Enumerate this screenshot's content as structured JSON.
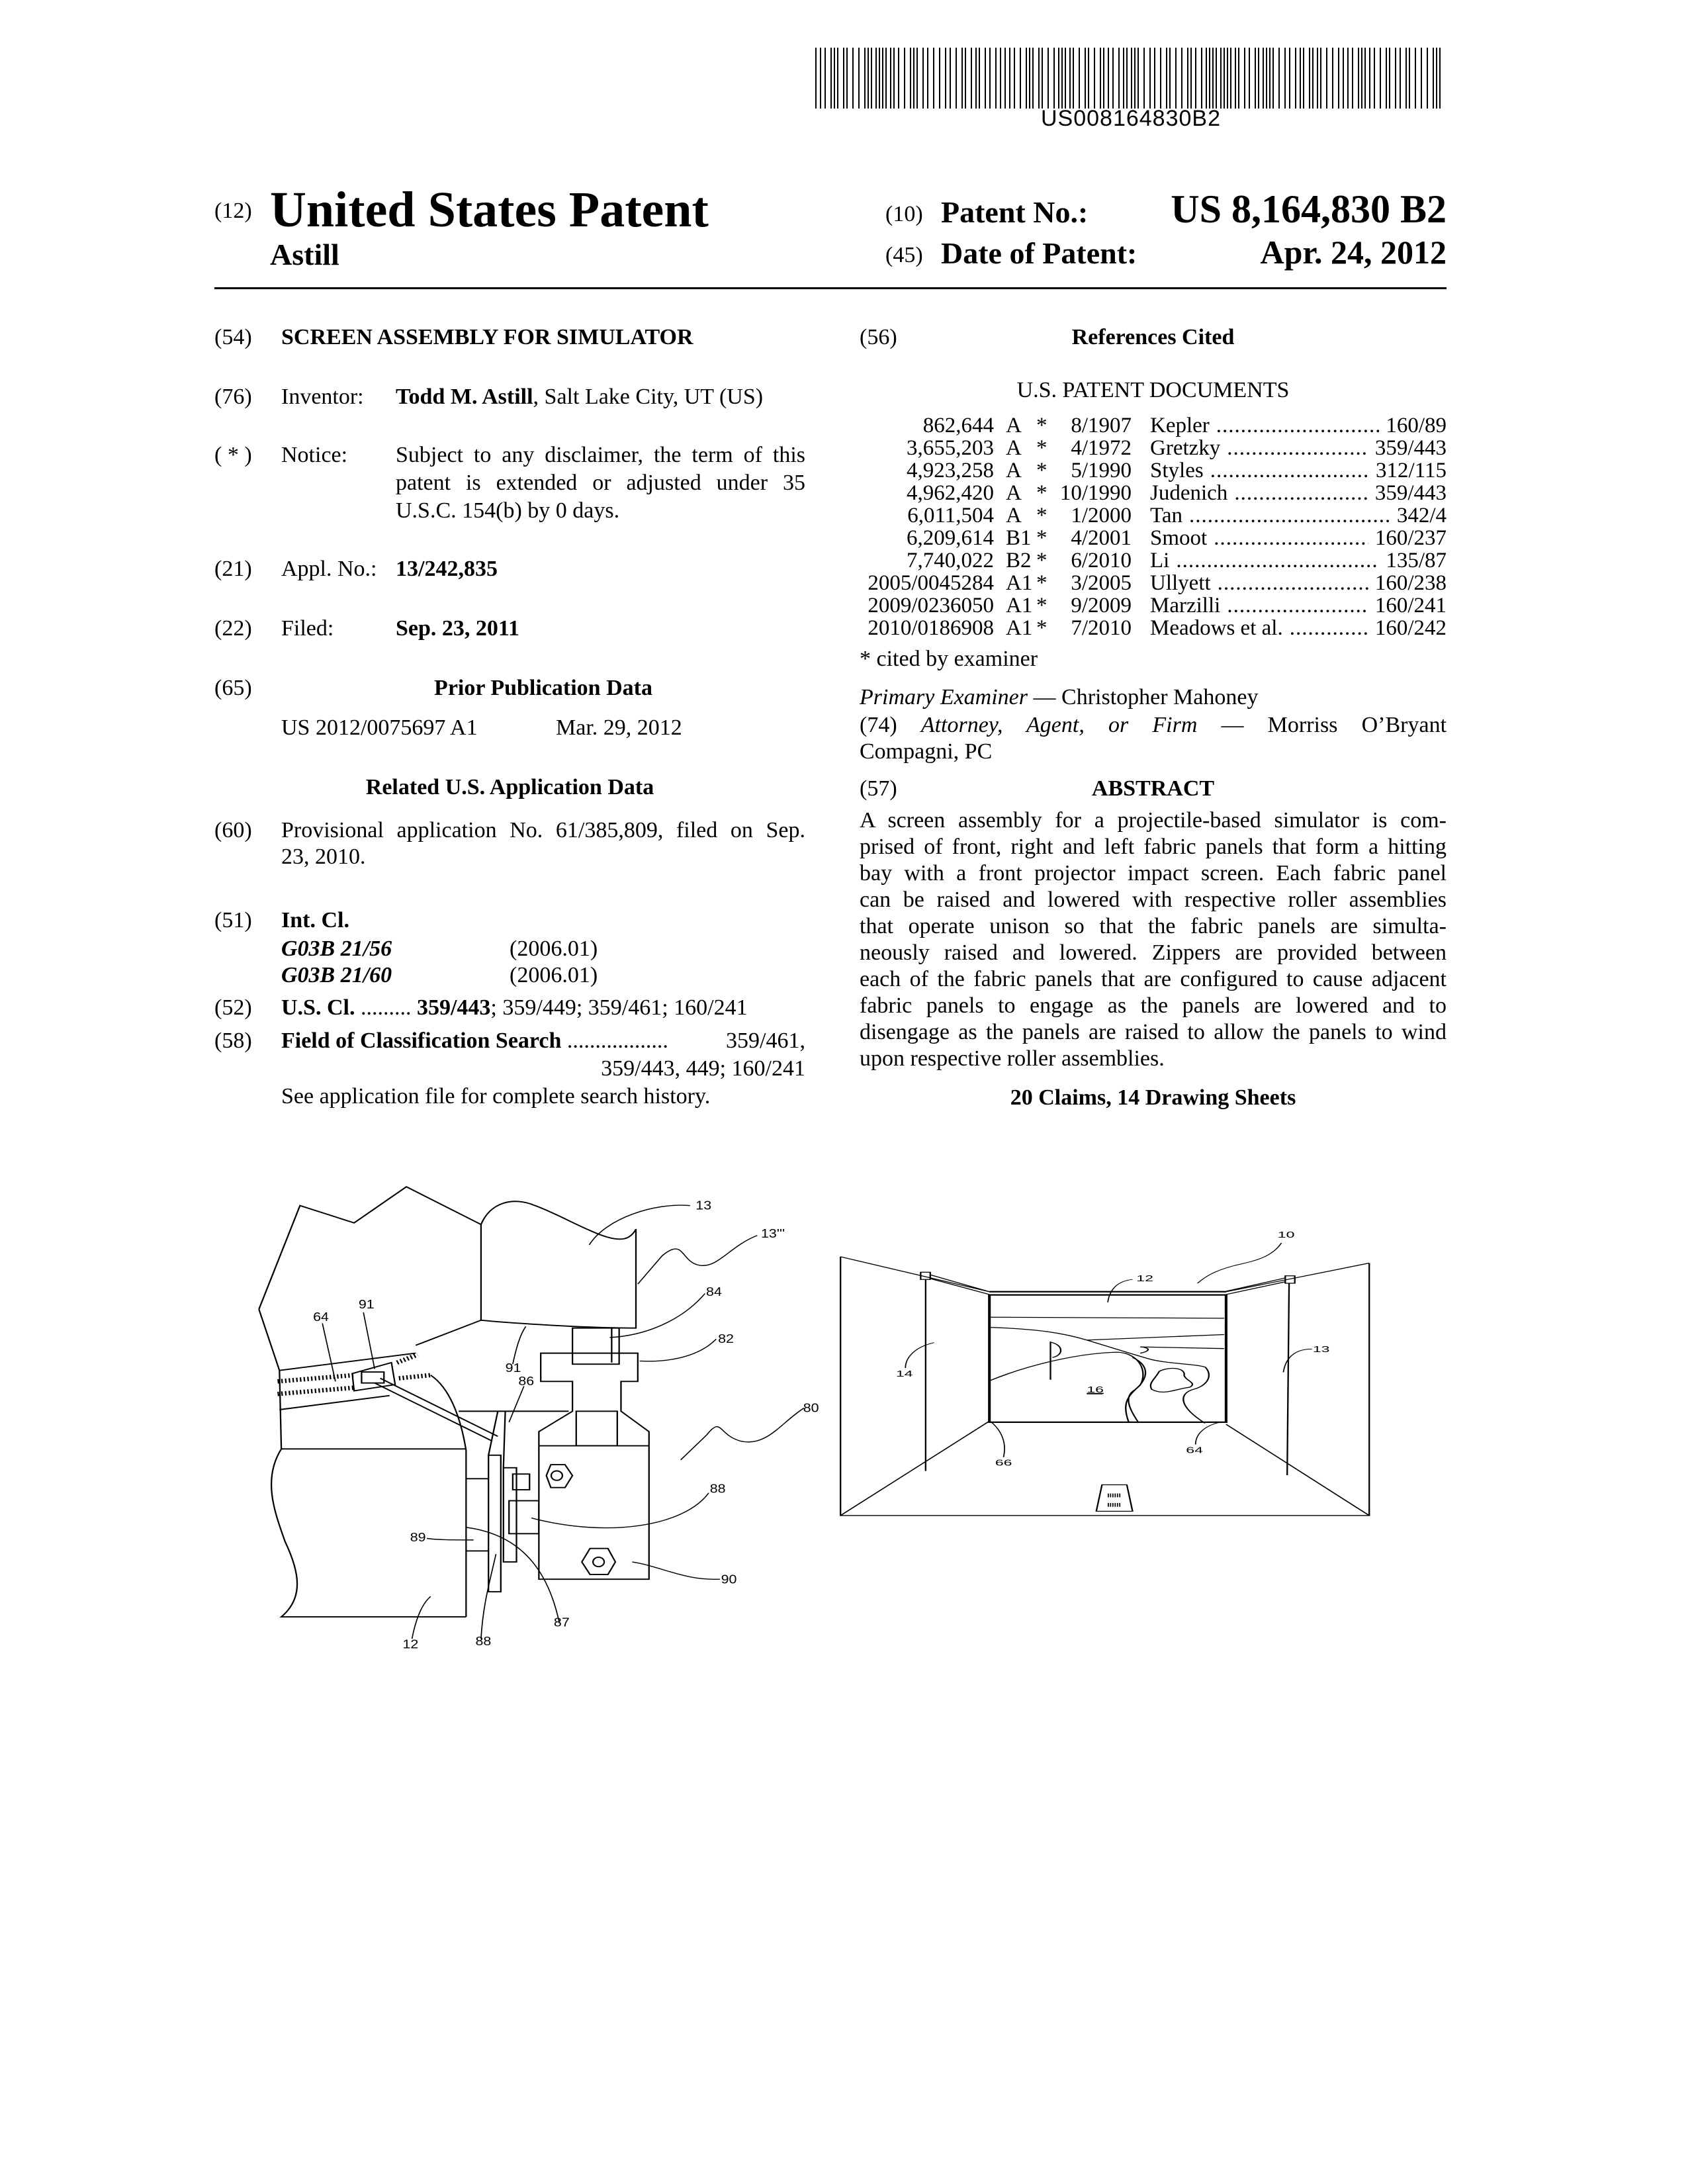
{
  "barcode": {
    "text": "US008164830B2"
  },
  "header": {
    "code_12": "(12)",
    "doc_type": "United States Patent",
    "inventor_short": "Astill",
    "code_10": "(10)",
    "patent_no_label": "Patent No.:",
    "patent_no": "US 8,164,830 B2",
    "code_45": "(45)",
    "date_label": "Date of Patent:",
    "date": "Apr. 24, 2012"
  },
  "left": {
    "title": {
      "code": "(54)",
      "text": "SCREEN ASSEMBLY FOR SIMULATOR"
    },
    "inventor": {
      "code": "(76)",
      "label": "Inventor:",
      "name": "Todd M. Astill",
      "location": ", Salt Lake City, UT (US)"
    },
    "notice": {
      "code": "( * )",
      "label": "Notice:",
      "lines": [
        "Subject to any disclaimer, the term of this",
        "patent is extended or adjusted under 35",
        "U.S.C. 154(b) by 0 days."
      ]
    },
    "appl": {
      "code": "(21)",
      "label": "Appl. No.:",
      "value": "13/242,835"
    },
    "filed": {
      "code": "(22)",
      "label": "Filed:",
      "value": "Sep. 23, 2011"
    },
    "prior_pub": {
      "code": "(65)",
      "heading": "Prior Publication Data",
      "number": "US 2012/0075697 A1",
      "date": "Mar. 29, 2012"
    },
    "related": {
      "heading": "Related U.S. Application Data",
      "code": "(60)",
      "lines": [
        "Provisional application No. 61/385,809, filed on Sep.",
        "23, 2010."
      ]
    },
    "int_cl": {
      "code": "(51)",
      "label": "Int. Cl.",
      "items": [
        {
          "cls": "G03B 21/56",
          "ver": "(2006.01)"
        },
        {
          "cls": "G03B 21/60",
          "ver": "(2006.01)"
        }
      ]
    },
    "us_cl": {
      "code": "(52)",
      "label": "U.S. Cl.",
      "dots": ".........",
      "primary": "359/443",
      "rest": "; 359/449; 359/461; 160/241"
    },
    "field": {
      "code": "(58)",
      "label": "Field of Classification Search",
      "dots": "..................",
      "line1": "359/461,",
      "line2": "359/443, 449; 160/241",
      "line3": "See application file for complete search history."
    }
  },
  "right": {
    "refs": {
      "code": "(56)",
      "heading": "References Cited",
      "subheading": "U.S. PATENT DOCUMENTS",
      "rows": [
        {
          "num": "862,644",
          "kind": "A",
          "star": "*",
          "date": "8/1907",
          "name": "Kepler",
          "cls": "160/89"
        },
        {
          "num": "3,655,203",
          "kind": "A",
          "star": "*",
          "date": "4/1972",
          "name": "Gretzky",
          "cls": "359/443"
        },
        {
          "num": "4,923,258",
          "kind": "A",
          "star": "*",
          "date": "5/1990",
          "name": "Styles",
          "cls": "312/115"
        },
        {
          "num": "4,962,420",
          "kind": "A",
          "star": "*",
          "date": "10/1990",
          "name": "Judenich",
          "cls": "359/443"
        },
        {
          "num": "6,011,504",
          "kind": "A",
          "star": "*",
          "date": "1/2000",
          "name": "Tan",
          "cls": "342/4"
        },
        {
          "num": "6,209,614",
          "kind": "B1",
          "star": "*",
          "date": "4/2001",
          "name": "Smoot",
          "cls": "160/237"
        },
        {
          "num": "7,740,022",
          "kind": "B2",
          "star": "*",
          "date": "6/2010",
          "name": "Li",
          "cls": "135/87"
        },
        {
          "num": "2005/0045284",
          "kind": "A1",
          "star": "*",
          "date": "3/2005",
          "name": "Ullyett",
          "cls": "160/238"
        },
        {
          "num": "2009/0236050",
          "kind": "A1",
          "star": "*",
          "date": "9/2009",
          "name": "Marzilli",
          "cls": "160/241"
        },
        {
          "num": "2010/0186908",
          "kind": "A1",
          "star": "*",
          "date": "7/2010",
          "name": "Meadows et al.",
          "cls": "160/242"
        }
      ],
      "footnote": "* cited by examiner"
    },
    "examiner": {
      "label": "Primary Examiner",
      "dash": " — ",
      "name": "Christopher Mahoney"
    },
    "attorney": {
      "code": "(74)",
      "label": "Attorney, Agent, or Firm",
      "dash": " — ",
      "line1": "Morriss O’Bryant",
      "line2": "Compagni, PC"
    },
    "abstract": {
      "code": "(57)",
      "heading": "ABSTRACT",
      "lines": [
        "A screen assembly for a projectile-based simulator is com-",
        "prised of front, right and left fabric panels that form a hitting",
        "bay with a front projector impact screen. Each fabric panel",
        "can be raised and lowered with respective roller assemblies",
        "that operate unison so that the fabric panels are simulta-",
        "neously raised and lowered. Zippers are provided between",
        "each of the fabric panels that are configured to cause adjacent",
        "fabric panels to engage as the panels are lowered and to",
        "disengage as the panels are raised to allow the panels to wind",
        "upon respective roller assemblies."
      ]
    },
    "claims": "20 Claims, 14 Drawing Sheets"
  },
  "figure_left": {
    "labels": [
      "13",
      "13'''",
      "84",
      "82",
      "91",
      "64",
      "91",
      "86",
      "80",
      "88",
      "89",
      "90",
      "12",
      "88",
      "87"
    ]
  },
  "figure_right": {
    "labels": [
      "10",
      "12",
      "14",
      "13",
      "16",
      "66",
      "64"
    ]
  }
}
